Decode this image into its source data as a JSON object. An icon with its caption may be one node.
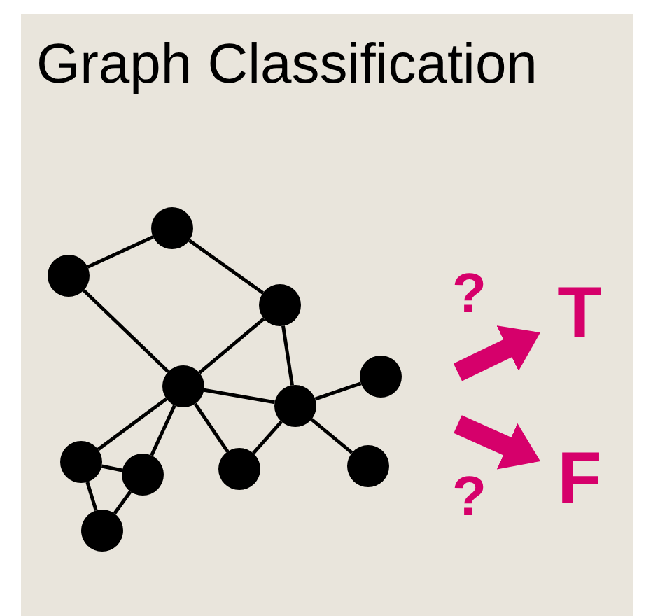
{
  "diagram": {
    "title": "Graph Classification",
    "nodes": [
      {
        "text": [],
        "shape": "circle"
      },
      {
        "text": [],
        "shape": "circle"
      },
      {
        "text": [],
        "shape": "circle"
      },
      {
        "text": [],
        "shape": "circle"
      },
      {
        "text": [],
        "shape": "circle"
      },
      {
        "text": [],
        "shape": "circle"
      },
      {
        "text": [],
        "shape": "circle"
      },
      {
        "text": [],
        "shape": "circle"
      },
      {
        "text": [],
        "shape": "circle"
      },
      {
        "text": [],
        "shape": "circle"
      },
      {
        "text": [],
        "shape": "circle"
      },
      {
        "text": [
          "T"
        ]
      },
      {
        "text": [
          "F"
        ]
      }
    ],
    "edges": [
      {
        "from": 0,
        "to": 1,
        "arrow": "none"
      },
      {
        "from": 1,
        "to": 2,
        "arrow": "none"
      },
      {
        "from": 0,
        "to": 3,
        "arrow": "none"
      },
      {
        "from": 2,
        "to": 3,
        "arrow": "none"
      },
      {
        "from": 2,
        "to": 4,
        "arrow": "none"
      },
      {
        "from": 3,
        "to": 4,
        "arrow": "none"
      },
      {
        "from": 4,
        "to": 5,
        "arrow": "none"
      },
      {
        "from": 4,
        "to": 9,
        "arrow": "none"
      },
      {
        "from": 4,
        "to": 8,
        "arrow": "none"
      },
      {
        "from": 3,
        "to": 8,
        "arrow": "none"
      },
      {
        "from": 3,
        "to": 6,
        "arrow": "none"
      },
      {
        "from": 3,
        "to": 7,
        "arrow": "none"
      },
      {
        "from": 6,
        "to": 7,
        "arrow": "none"
      },
      {
        "from": 6,
        "to": 10,
        "arrow": "none"
      },
      {
        "from": 7,
        "to": 10,
        "arrow": "none"
      },
      {
        "from": null,
        "to": 11,
        "arrow": "to",
        "style": "thick",
        "color": "#d6006b"
      },
      {
        "from": null,
        "to": 12,
        "arrow": "to",
        "style": "thick",
        "color": "#d6006b"
      }
    ],
    "labels": [
      "?",
      "?"
    ]
  }
}
